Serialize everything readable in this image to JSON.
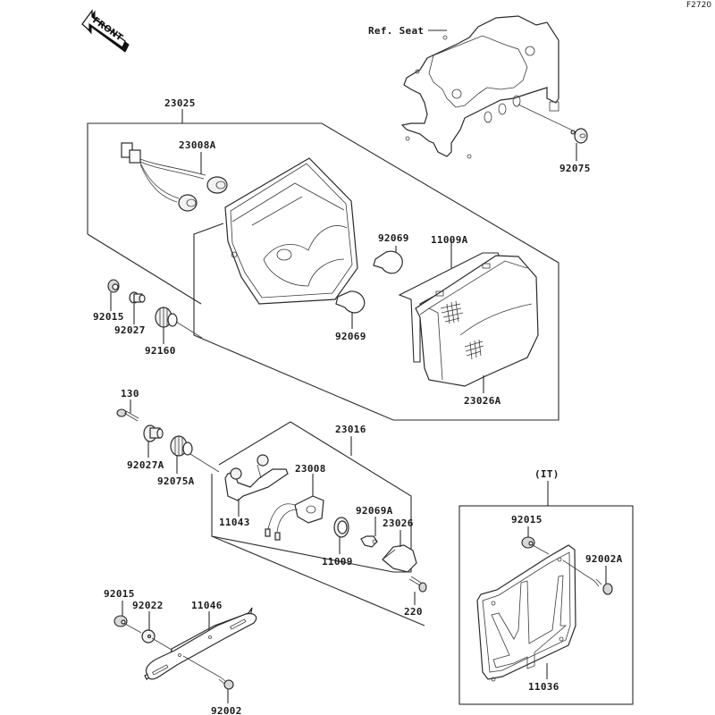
{
  "diagram": {
    "figure_id": "F2720",
    "orientation_label": "FRONT",
    "reference_label": "Ref. Seat",
    "variant_label": "(IT)",
    "assemblies": {
      "tail_lamp": "23025",
      "license_lamp": "23016",
      "license_plate_it": "(IT)"
    },
    "parts": {
      "p92075": "92075",
      "p23025": "23025",
      "p23008A": "23008A",
      "p92069_top": "92069",
      "p11009A": "11009A",
      "p92069_bot": "92069",
      "p92015_a": "92015",
      "p92027": "92027",
      "p92160": "92160",
      "p23026A": "23026A",
      "p130": "130",
      "p92027A": "92027A",
      "p92075A": "92075A",
      "p23016": "23016",
      "p23008": "23008",
      "p11043": "11043",
      "p92069A": "92069A",
      "p23026": "23026",
      "p11009": "11009",
      "p220": "220",
      "p92015_b": "92015",
      "p92022": "92022",
      "p11046": "11046",
      "p92002": "92002",
      "p92015_c": "92015",
      "p92002A": "92002A",
      "p11036": "11036"
    }
  }
}
